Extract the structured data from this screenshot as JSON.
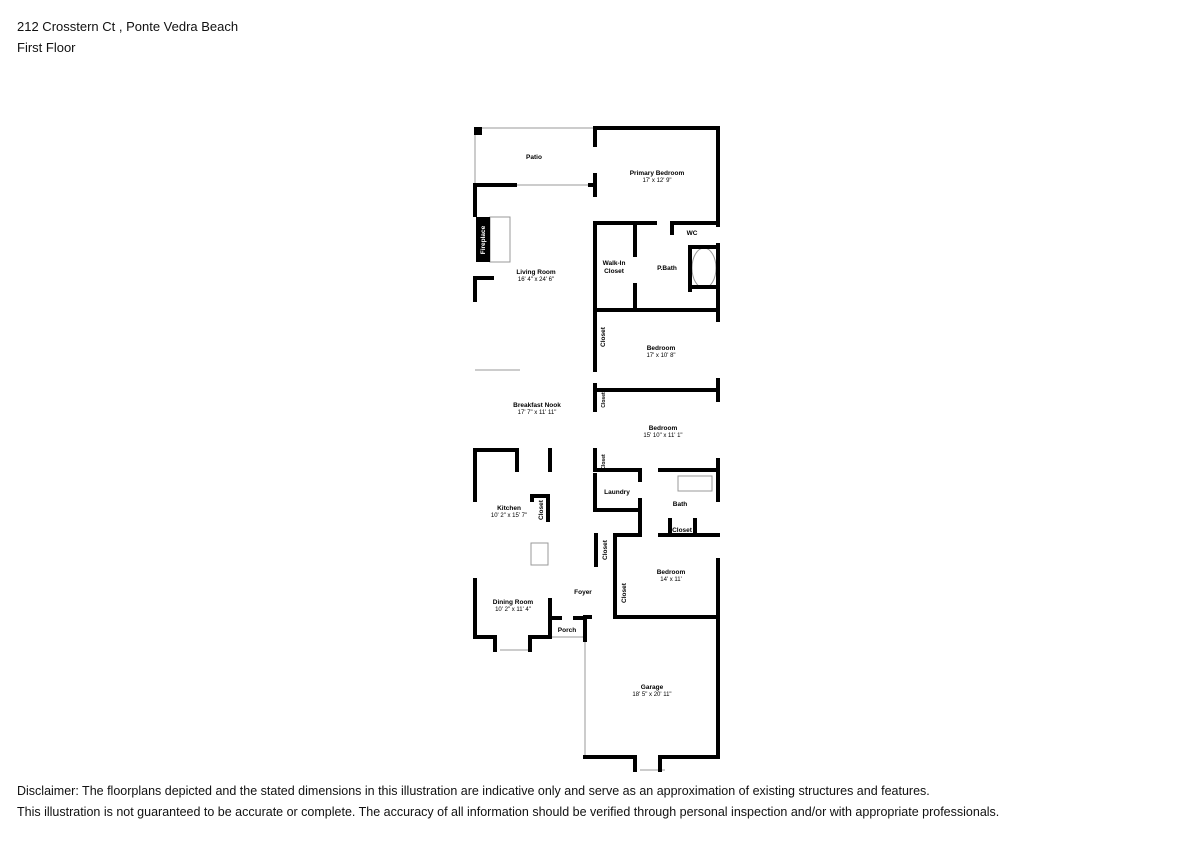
{
  "header": {
    "address": "212 Crosstern Ct , Ponte Vedra Beach",
    "floor": "First Floor"
  },
  "rooms": {
    "patio": {
      "label": "Patio"
    },
    "primary_bedroom": {
      "label": "Primary Bedroom",
      "dims": "17' x 12' 9\""
    },
    "wc": {
      "label": "WC"
    },
    "walk_in_closet": {
      "label1": "Walk-In",
      "label2": "Closet"
    },
    "pbath": {
      "label": "P.Bath"
    },
    "fireplace": {
      "label": "Fireplace"
    },
    "living_room": {
      "label": "Living Room",
      "dims": "16' 4\" x 24' 6\""
    },
    "bedroom2": {
      "label": "Bedroom",
      "dims": "17' x 10' 8\""
    },
    "closet_a": {
      "label": "Closet"
    },
    "closet_b": {
      "label": "Closet"
    },
    "breakfast_nook": {
      "label": "Breakfast Nook",
      "dims": "17' 7\" x 11' 11\""
    },
    "bedroom3": {
      "label": "Bedroom",
      "dims": "15' 10\" x 11' 1\""
    },
    "closet_c": {
      "label": "Closet"
    },
    "laundry": {
      "label": "Laundry"
    },
    "bath": {
      "label": "Bath"
    },
    "closet_d": {
      "label": "Closet"
    },
    "kitchen": {
      "label": "Kitchen",
      "dims": "10' 2\" x 15' 7\""
    },
    "closet_e": {
      "label": "Closet"
    },
    "closet_f": {
      "label": "Closet"
    },
    "bedroom4": {
      "label": "Bedroom",
      "dims": "14' x 11'"
    },
    "foyer": {
      "label": "Foyer"
    },
    "closet_g": {
      "label": "Closet"
    },
    "dining_room": {
      "label": "Dining Room",
      "dims": "10' 2\" x 11' 4\""
    },
    "porch": {
      "label": "Porch"
    },
    "garage": {
      "label": "Garage",
      "dims": "18' 5\" x 20' 11\""
    }
  },
  "disclaimer": {
    "line1": "Disclaimer: The floorplans depicted and the stated dimensions in this illustration are indicative only and serve as an approximation of existing structures and features.",
    "line2": "This illustration is not guaranteed to be accurate or complete. The accuracy of all information should be verified through personal inspection and/or with appropriate professionals."
  }
}
